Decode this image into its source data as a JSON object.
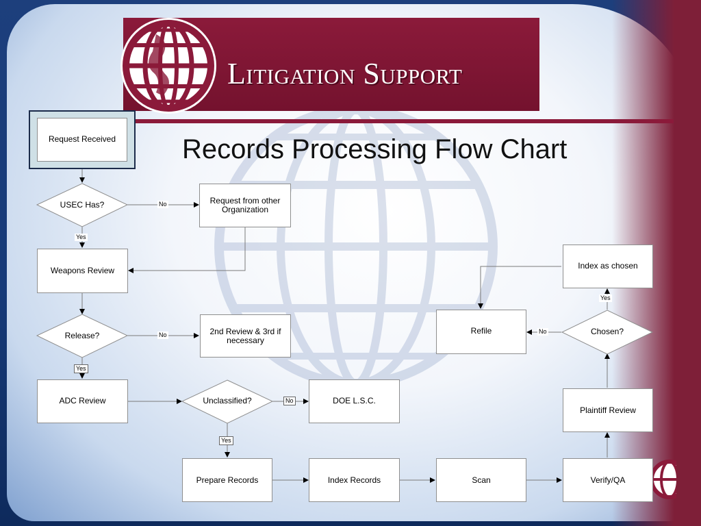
{
  "header": {
    "banner_title": "Litigation Support",
    "slide_title": "Records Processing Flow Chart"
  },
  "colors": {
    "maroon": "#8b1a3a",
    "navy": "#16356e",
    "box_border": "#8e8e8e"
  },
  "icons": {
    "logo": "globe-icon"
  },
  "flowchart": {
    "nodes": {
      "request_received": "Request Received",
      "usec_has": "USEC Has?",
      "request_other_org": "Request from other Organization",
      "weapons_review": "Weapons Review",
      "release": "Release?",
      "second_review": "2nd Review & 3rd if necessary",
      "adc_review": "ADC Review",
      "unclassified": "Unclassified?",
      "doe_lsc": "DOE L.S.C.",
      "prepare_records": "Prepare Records",
      "index_records": "Index Records",
      "scan": "Scan",
      "verify_qa": "Verify/QA",
      "plaintiff_review": "Plaintiff Review",
      "chosen": "Chosen?",
      "refile": "Refile",
      "index_as_chosen": "Index as chosen"
    },
    "edge_labels": {
      "usec_no": "No",
      "usec_yes": "Yes",
      "release_no": "No",
      "release_yes": "Yes",
      "unclassified_no": "No",
      "unclassified_yes": "Yes",
      "chosen_no": "No",
      "chosen_yes": "Yes"
    }
  }
}
